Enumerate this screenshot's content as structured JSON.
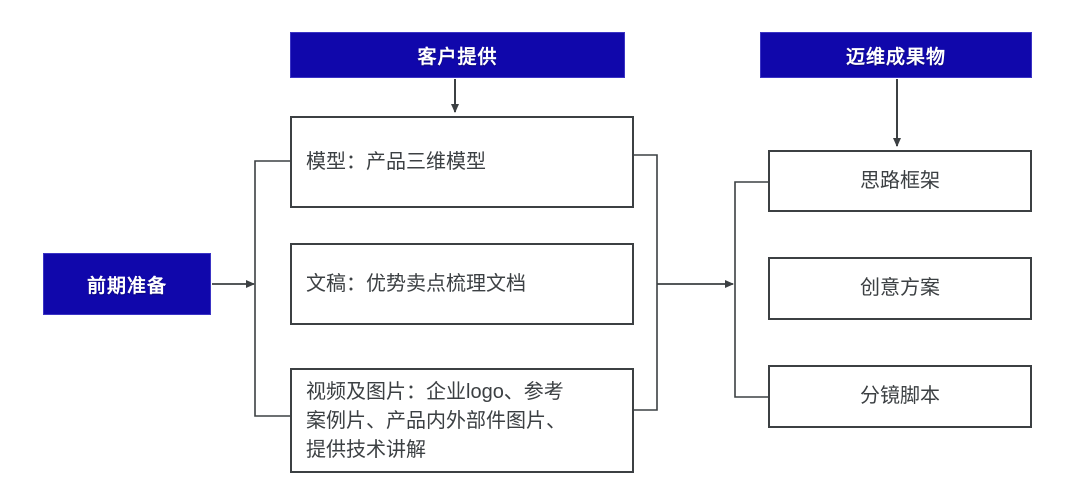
{
  "diagram": {
    "title_headers": [
      {
        "id": "client-provides",
        "label": "客户提供"
      },
      {
        "id": "maiwei-deliverables",
        "label": "迈维成果物"
      }
    ],
    "start": {
      "label": "前期准备"
    },
    "inputs": [
      {
        "id": "model",
        "label": "模型：产品三维模型"
      },
      {
        "id": "copy",
        "label": "文稿：优势卖点梳理文档"
      },
      {
        "id": "video-image",
        "label": "视频及图片：企业logo、参考\n案例片、产品内外部件图片、\n提供技术讲解"
      }
    ],
    "outputs": [
      {
        "id": "framework",
        "label": "思路框架"
      },
      {
        "id": "creative-plan",
        "label": "创意方案"
      },
      {
        "id": "storyboard",
        "label": "分镜脚本"
      }
    ],
    "colors": {
      "header_blue": "#1007ab",
      "header_text": "#ffffff",
      "box_border": "#3c4043",
      "box_text": "#3c4043",
      "connector": "#3c4043",
      "background": "#ffffff"
    }
  }
}
